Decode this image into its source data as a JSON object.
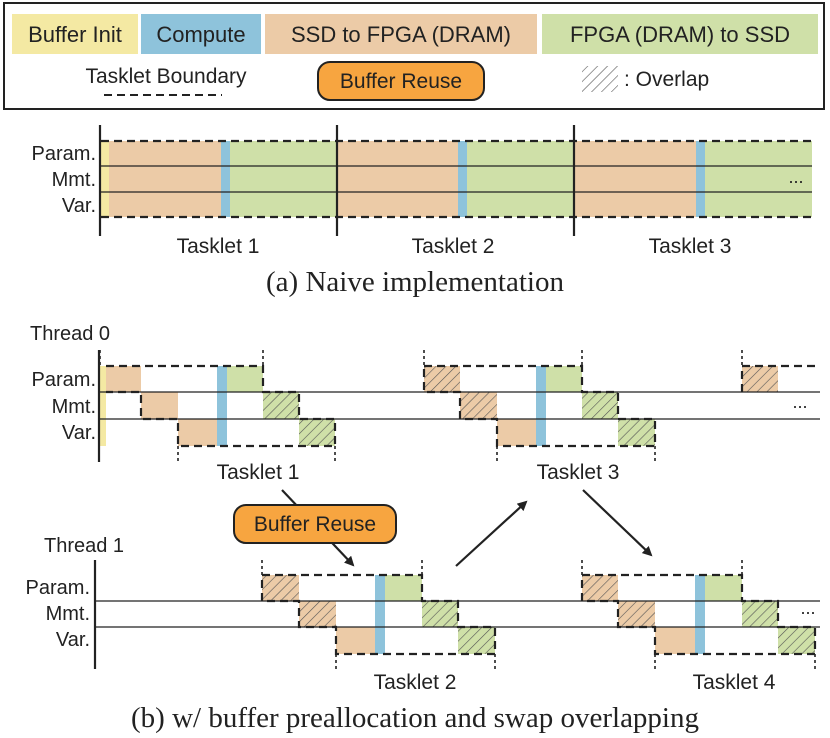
{
  "colors": {
    "buffer_init": "#f4e9a3",
    "compute": "#8ec3db",
    "ssd_to_fpga": "#eccba7",
    "fpga_to_ssd": "#cfe0a8",
    "buffer_reuse": "#f7a540",
    "hatch_line": "#555555",
    "ink": "#222222"
  },
  "legend": {
    "buffer_init": "Buffer Init",
    "compute": "Compute",
    "ssd_to_fpga": "SSD to FPGA (DRAM)",
    "fpga_to_ssd": "FPGA (DRAM) to SSD",
    "tasklet_boundary": "Tasklet Boundary",
    "buffer_reuse": "Buffer Reuse",
    "overlap": ": Overlap"
  },
  "rows": [
    "Param.",
    "Mmt.",
    "Var."
  ],
  "ellipsis": "...",
  "panel_a": {
    "caption": "(a) Naive implementation",
    "tasklets": [
      "Tasklet 1",
      "Tasklet 2",
      "Tasklet 3"
    ]
  },
  "panel_b": {
    "caption": "(b) w/ buffer preallocation and swap overlapping",
    "threads": [
      "Thread 0",
      "Thread 1"
    ],
    "tasklets": [
      "Tasklet 1",
      "Tasklet 2",
      "Tasklet 3",
      "Tasklet 4"
    ],
    "buffer_reuse": "Buffer Reuse"
  }
}
